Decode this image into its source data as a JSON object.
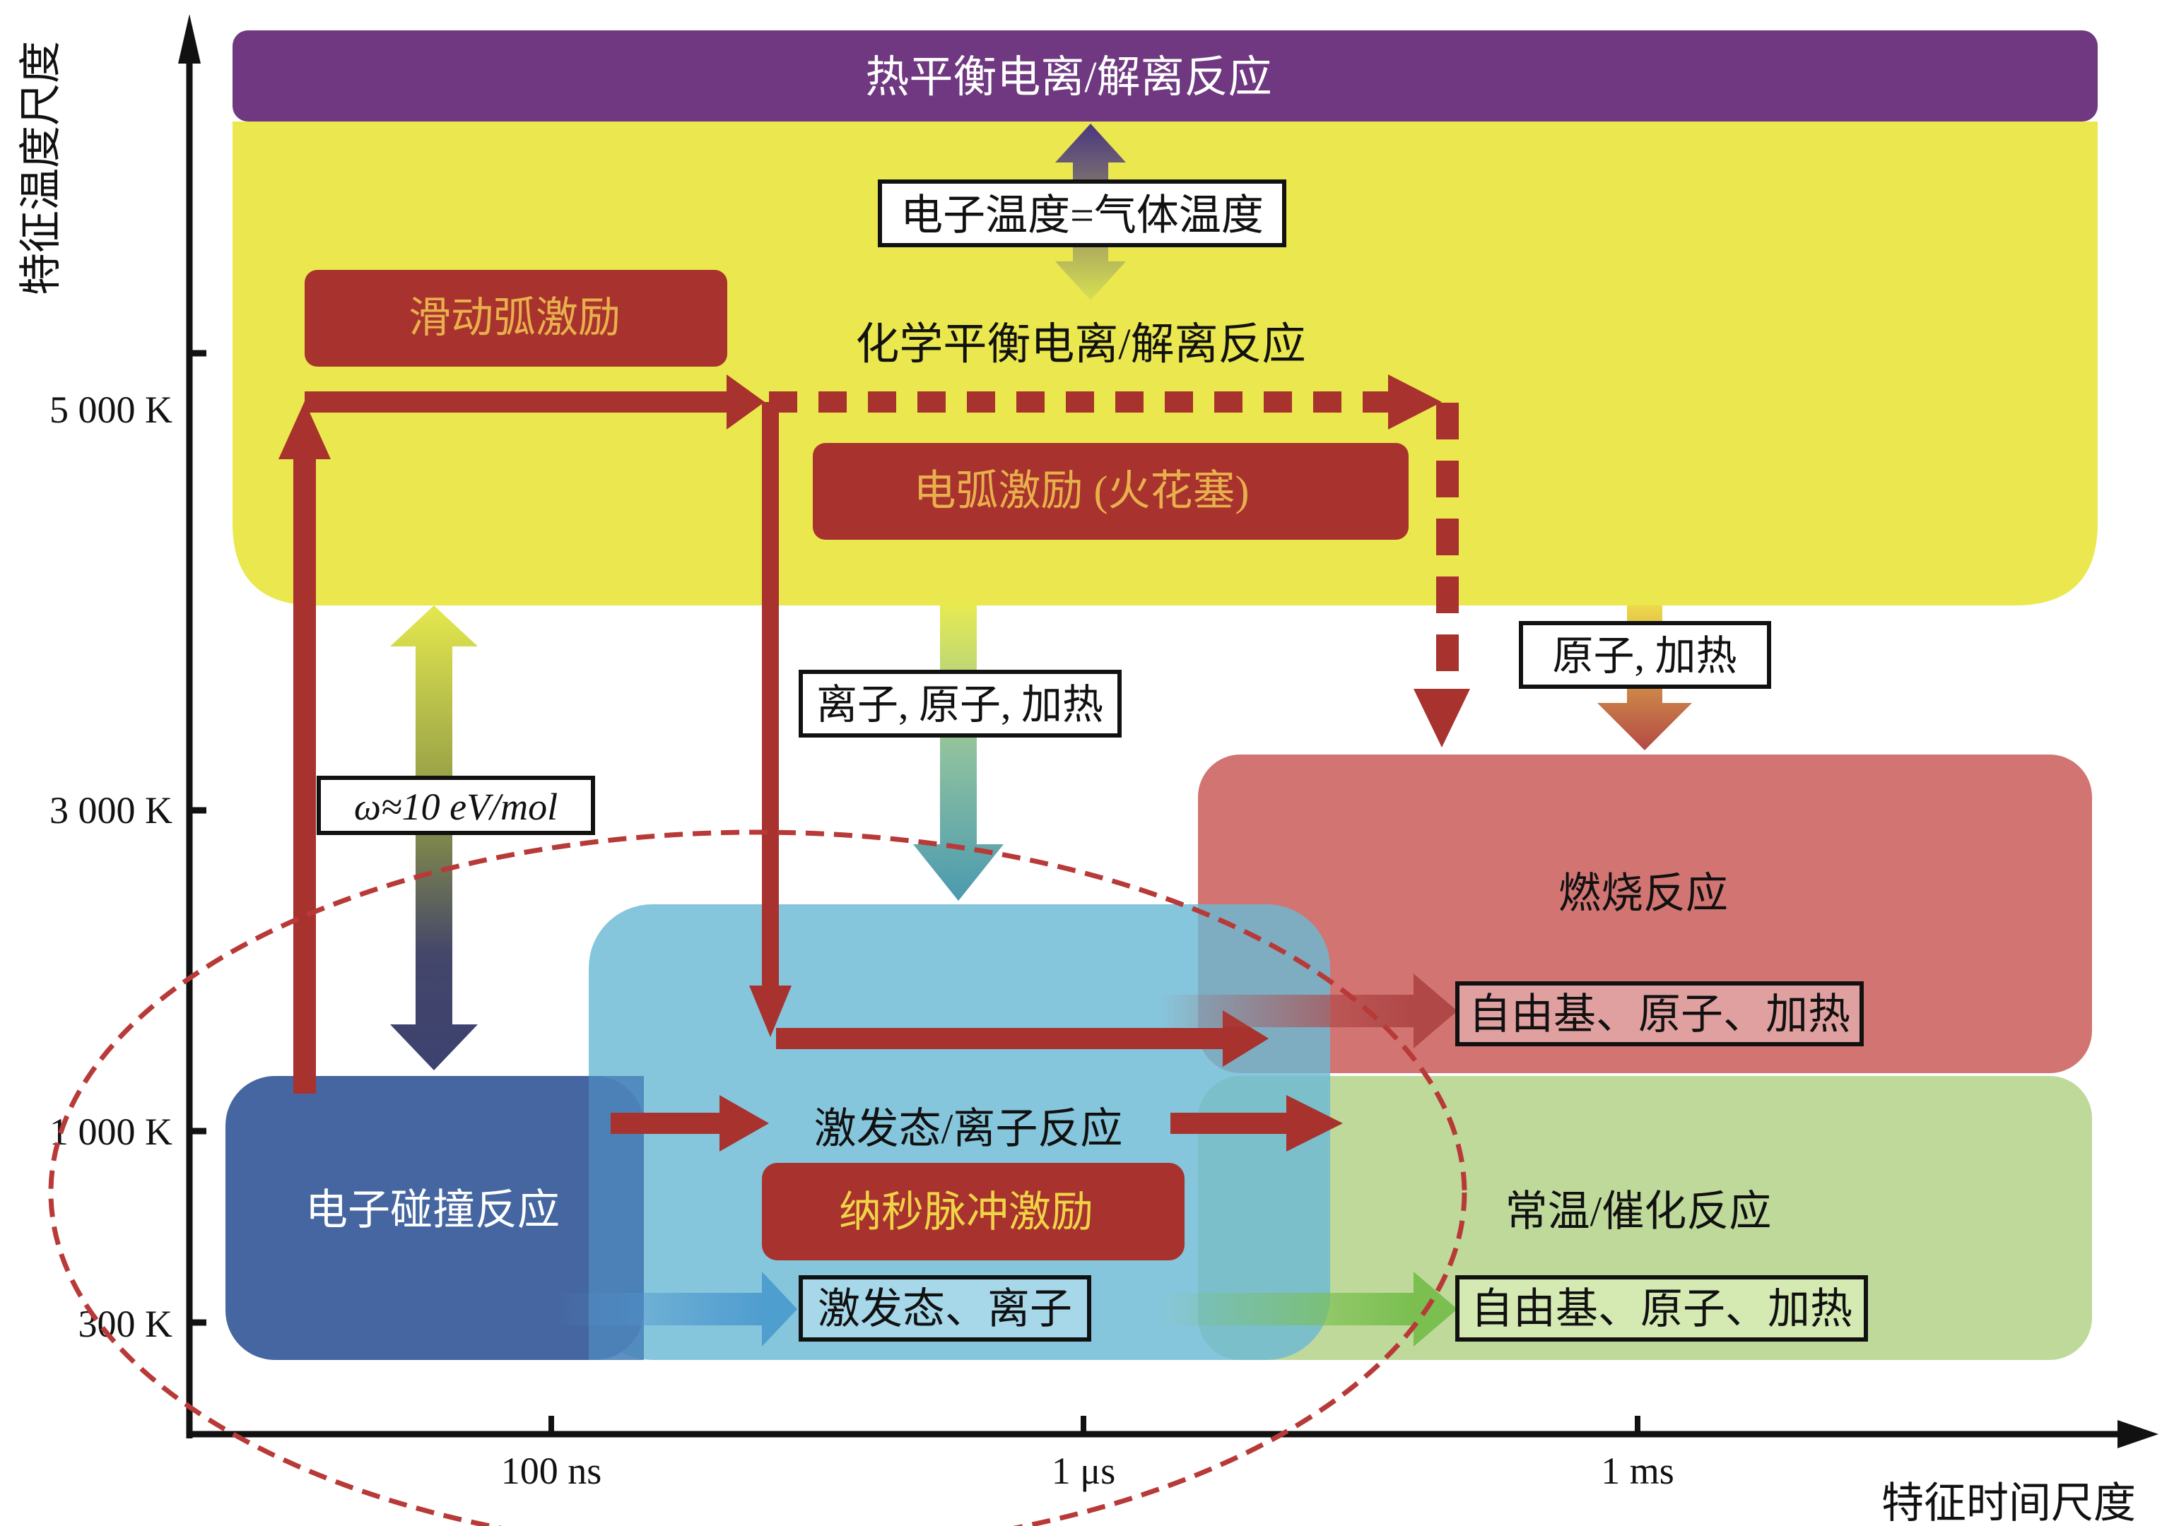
{
  "axes": {
    "y_label": "特征温度尺度",
    "x_label": "特征时间尺度",
    "y_ticks": [
      "5 000 K",
      "3 000 K",
      "1 000 K",
      "300 K"
    ],
    "x_ticks": [
      "100 ns",
      "1 μs",
      "1 ms"
    ]
  },
  "regions": {
    "thermal_equilibrium": "热平衡电离/解离反应",
    "chemical_equilibrium": "化学平衡电离/解离反应",
    "electron_collision": "电子碰撞反应",
    "excited_ion": "激发态/离子反应",
    "combustion": "燃烧反应",
    "room_temp_catalysis": "常温/催化反应"
  },
  "excitations": {
    "gliding_arc": "滑动弧激励",
    "arc_spark_plug": "电弧激励 (火花塞)",
    "nanosecond_pulse": "纳秒脉冲激励"
  },
  "labels": {
    "temp_equal": "电子温度=气体温度",
    "omega": "ω≈10 eV/mol",
    "ions_atoms_heat": "离子, 原子, 加热",
    "atoms_heat": "原子, 加热",
    "radicals_atoms_heat_1": "自由基、原子、加热",
    "radicals_atoms_heat_2": "自由基、原子、加热",
    "excited_ions": "激发态、离子"
  },
  "colors": {
    "purple": "#6F3880",
    "yellow": "#EAE84E",
    "red": "#A8322D",
    "gold_text": "#E8B04C",
    "blue": "#4566A0",
    "cyan": "#86C8DC",
    "salmon": "#D27572",
    "green": "#BED99A"
  }
}
